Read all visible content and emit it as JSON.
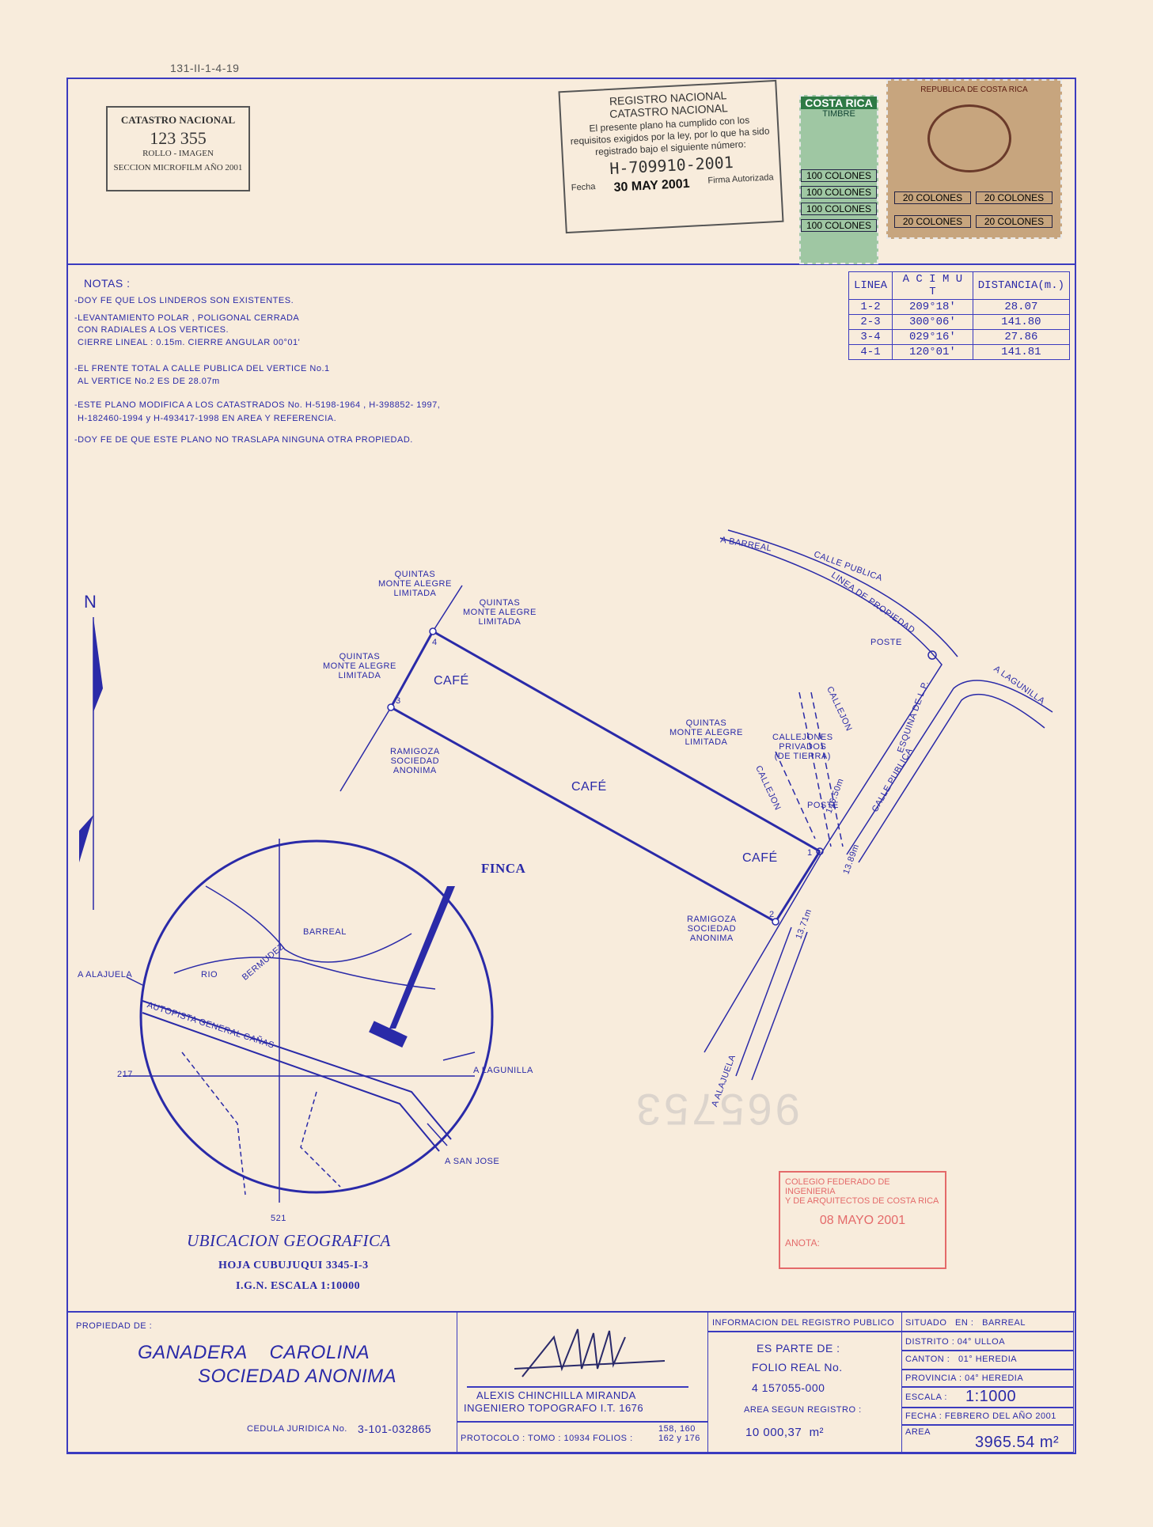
{
  "corner_ref": "131-II-1-4-19",
  "catastro_stamp": {
    "title": "CATASTRO NACIONAL",
    "number": "123 355",
    "line2": "ROLLO - IMAGEN",
    "line3": "SECCION MICROFILM AÑO 2001"
  },
  "registro_stamp": {
    "title1": "REGISTRO NACIONAL",
    "title2": "CATASTRO NACIONAL",
    "body": "El presente plano ha cumplido con los requisitos exigidos por la ley, por lo que ha sido registrado bajo el siguiente número:",
    "number": "H-709910-2001",
    "date": "30 MAY 2001",
    "fecha_label": "Fecha",
    "firma_label": "Firma Autorizada"
  },
  "timbres": {
    "green_brand": "COSTA RICA",
    "green_type": "TIMBRE",
    "green_values": [
      "100 COLONES",
      "100 COLONES",
      "100 COLONES",
      "100 COLONES"
    ],
    "brown_brand": "REPUBLICA DE COSTA RICA",
    "brown_values": [
      "20 COLONES",
      "20 COLONES",
      "20 COLONES",
      "20 COLONES"
    ]
  },
  "notas": {
    "heading": "NOTAS :",
    "items": [
      "-DOY FE QUE LOS LINDEROS SON EXISTENTES.",
      "-LEVANTAMIENTO POLAR , POLIGONAL CERRADA",
      " CON RADIALES A LOS VERTICES.",
      " CIERRE LINEAL : 0.15m.   CIERRE ANGULAR 00°01'",
      "-EL FRENTE TOTAL A CALLE PUBLICA DEL VERTICE No.1",
      " AL VERTICE No.2 ES DE 28.07m",
      "-ESTE PLANO MODIFICA A LOS CATASTRADOS No. H-5198-1964 , H-398852- 1997,",
      " H-182460-1994 y H-493417-1998 EN AREA Y REFERENCIA.",
      "-DOY FE DE QUE ESTE PLANO NO TRASLAPA NINGUNA OTRA PROPIEDAD."
    ]
  },
  "lines_table": {
    "headers": [
      "LINEA",
      "A C I M U T",
      "DISTANCIA(m.)"
    ],
    "rows": [
      [
        "1-2",
        "209°18'",
        "28.07"
      ],
      [
        "2-3",
        "300°06'",
        "141.80"
      ],
      [
        "3-4",
        "029°16'",
        "27.86"
      ],
      [
        "4-1",
        "120°01'",
        "141.81"
      ]
    ]
  },
  "plan": {
    "north": "N",
    "neighbor_1": "QUINTAS\nMONTE ALEGRE\nLIMITADA",
    "neighbor_ramigoza": "RAMIGOZA\nSOCIEDAD\nANONIMA",
    "cafe": "CAFÉ",
    "barreal": "A BARREAL",
    "calle_publica": "CALLE PUBLICA",
    "linea_propiedad": "LINEA DE PROPIEDAD",
    "poste": "POSTE",
    "lagunilla": "A LAGUNILLA",
    "callejon": "CALLEJON",
    "callejones": "CALLEJONES\nPRIVADOS\n(DE TIERRA)",
    "esquina": "ESQUINA DE L.P.",
    "dist_146": "146.50m",
    "dist_13_89": "13.89m",
    "dist_13_71": "13.71m",
    "alajuela": "A ALAJUELA",
    "vertices": [
      "1",
      "2",
      "3",
      "4"
    ]
  },
  "ubicacion": {
    "finca": "FINCA",
    "barreal": "BARREAL",
    "rio": "RIO",
    "bermudez": "BERMUDEZ",
    "a_alajuela": "A ALAJUELA",
    "autopista": "AUTOPISTA GENERAL CAÑAS",
    "lagunilla": "A LAGUNILLA",
    "san_jose": "A SAN JOSE",
    "coord_217": "217",
    "coord_521": "521",
    "title": "UBICACION GEOGRAFICA",
    "hoja": "HOJA CUBUJUQUI 3345-I-3",
    "ign": "I.G.N. ESCALA 1:10000"
  },
  "colegio_stamp": {
    "line1": "COLEGIO FEDERADO DE INGENIERIA",
    "line2": "Y DE ARQUITECTOS DE COSTA RICA",
    "date": "08 MAYO 2001",
    "anota": "ANOTA:"
  },
  "title_block": {
    "propiedad_label": "PROPIEDAD DE :",
    "owner_line1": "GANADERA    CAROLINA",
    "owner_line2": "SOCIEDAD ANONIMA",
    "cedula_label": "CEDULA JURIDICA No.",
    "cedula_value": "3-101-032865",
    "engineer_name": "ALEXIS CHINCHILLA MIRANDA",
    "engineer_title": "INGENIERO TOPOGRAFO I.T. 1676",
    "protocolo": "PROTOCOLO : TOMO : 10934  FOLIOS :",
    "folios": "158, 160\n162 y 176",
    "registro_heading": "INFORMACION DEL REGISTRO PUBLICO",
    "es_parte": "ES PARTE DE :",
    "folio_real": "FOLIO REAL No.",
    "folio_number": "4 157055-000",
    "area_registro_label": "AREA SEGUN REGISTRO :",
    "area_registro_value": "10 000,37  m²",
    "situado": "SITUADO   EN :   BARREAL",
    "distrito": "DISTRITO :  04° ULLOA",
    "canton": "CANTON :   01° HEREDIA",
    "provincia": "PROVINCIA : 04° HEREDIA",
    "escala_label": "ESCALA :",
    "escala_value": "1:1000",
    "fecha": "FECHA : FEBRERO DEL AÑO 2001",
    "area_label": "AREA",
    "area_value": "3965.54 m²"
  },
  "handwritten_number": "965753"
}
